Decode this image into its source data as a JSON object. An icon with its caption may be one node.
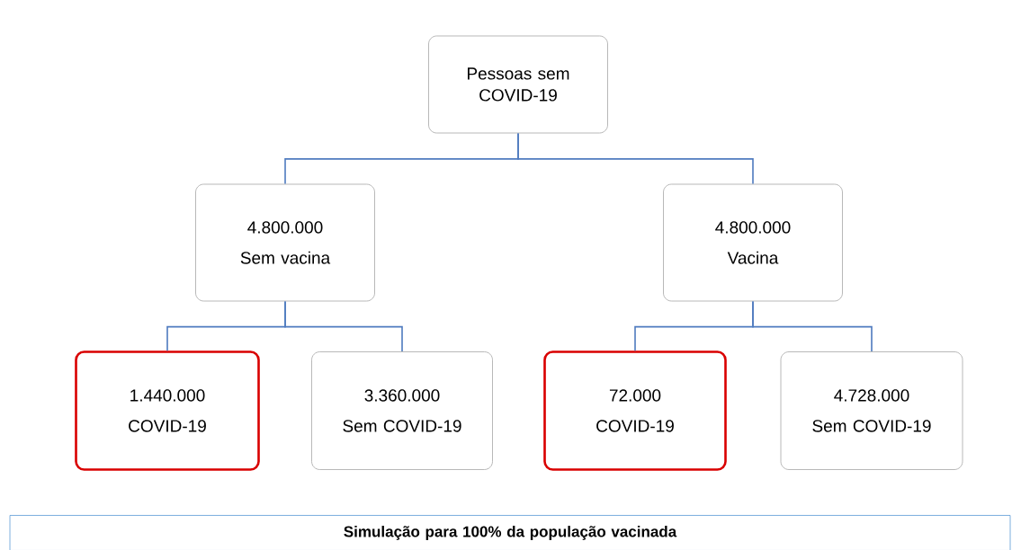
{
  "diagram": {
    "nodes": [
      {
        "text": [
          "Pessoas sem COVID-19"
        ]
      },
      {
        "text": [
          "4.800.000",
          "Sem vacina"
        ]
      },
      {
        "text": [
          "4.800.000",
          "Vacina"
        ]
      },
      {
        "text": [
          "1.440.000",
          "COVID-19"
        ]
      },
      {
        "text": [
          "3.360.000",
          "Sem COVID-19"
        ]
      },
      {
        "text": [
          "72.000",
          "COVID-19"
        ]
      },
      {
        "text": [
          "4.728.000",
          "Sem COVID-19"
        ]
      },
      {
        "text": [
          "Simulação para 100% da população vacinada"
        ]
      }
    ],
    "edges": [
      {
        "from": 0,
        "to": 1,
        "arrow": "none"
      },
      {
        "from": 0,
        "to": 2,
        "arrow": "none"
      },
      {
        "from": 1,
        "to": 3,
        "arrow": "none"
      },
      {
        "from": 1,
        "to": 4,
        "arrow": "none"
      },
      {
        "from": 2,
        "to": 5,
        "arrow": "none"
      },
      {
        "from": 2,
        "to": 6,
        "arrow": "none"
      }
    ]
  }
}
